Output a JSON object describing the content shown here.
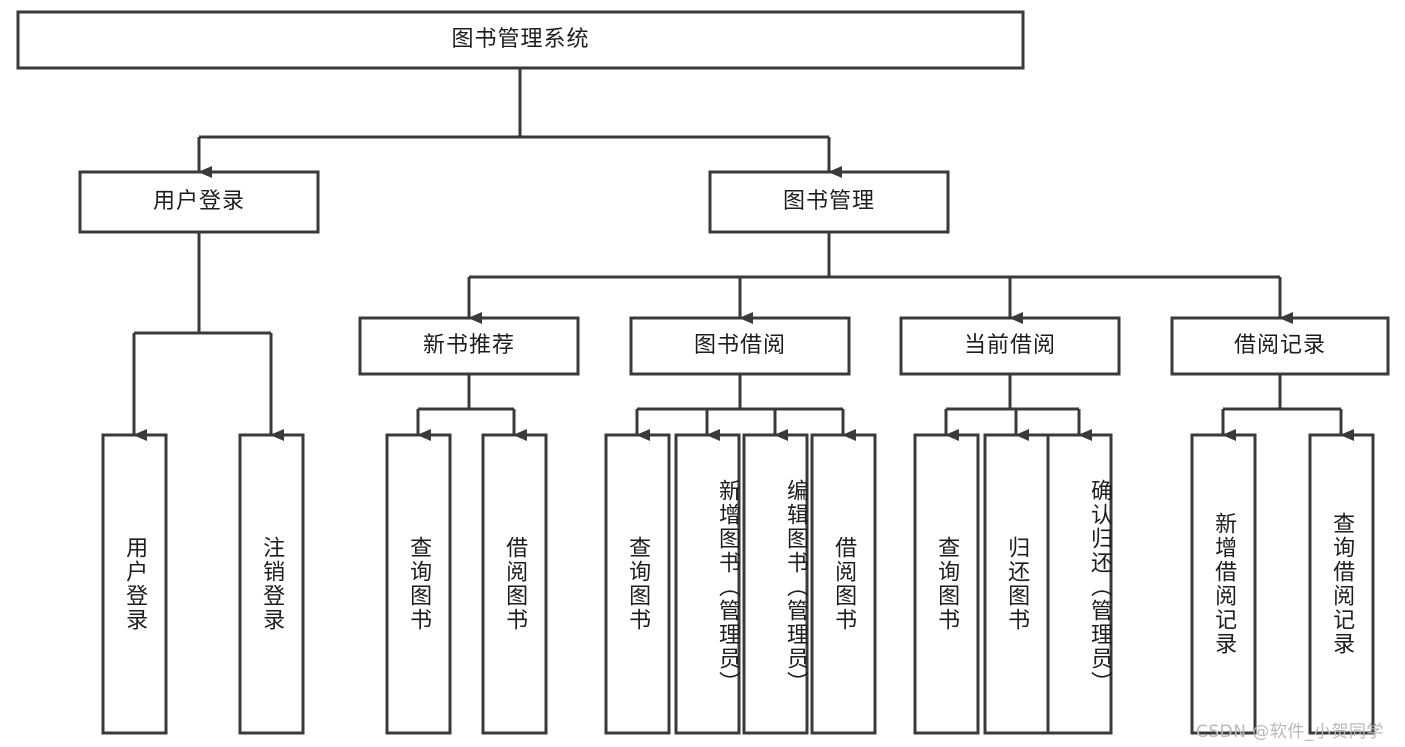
{
  "diagram": {
    "type": "hierarchy-tree",
    "title": "图书管理系统",
    "watermark": "CSDN @软件_小贺同学",
    "colors": {
      "stroke": "#3a3a3a",
      "box_fill": "#ffffff",
      "text": "#1d1d1d",
      "background": "#ffffff",
      "watermark": "#b9b9b9"
    },
    "levels": {
      "root": {
        "label": "图书管理系统"
      },
      "level2": [
        {
          "label": "用户登录"
        },
        {
          "label": "图书管理"
        }
      ],
      "level3": [
        {
          "label": "新书推荐"
        },
        {
          "label": "图书借阅"
        },
        {
          "label": "当前借阅"
        },
        {
          "label": "借阅记录"
        }
      ],
      "leaves": {
        "user_login": [
          {
            "label": "用户登录"
          },
          {
            "label": "注销登录"
          }
        ],
        "new_book": [
          {
            "label": "查询图书"
          },
          {
            "label": "借阅图书"
          }
        ],
        "book_borrow": [
          {
            "label": "查询图书"
          },
          {
            "label": "新增图书（管理员）"
          },
          {
            "label": "编辑图书（管理员）"
          },
          {
            "label": "借阅图书"
          }
        ],
        "current_borrow": [
          {
            "label": "查询图书"
          },
          {
            "label": "归还图书"
          },
          {
            "label": "确认归还（管理员）"
          }
        ],
        "borrow_record": [
          {
            "label": "新增借阅记录"
          },
          {
            "label": "查询借阅记录"
          }
        ]
      }
    }
  }
}
